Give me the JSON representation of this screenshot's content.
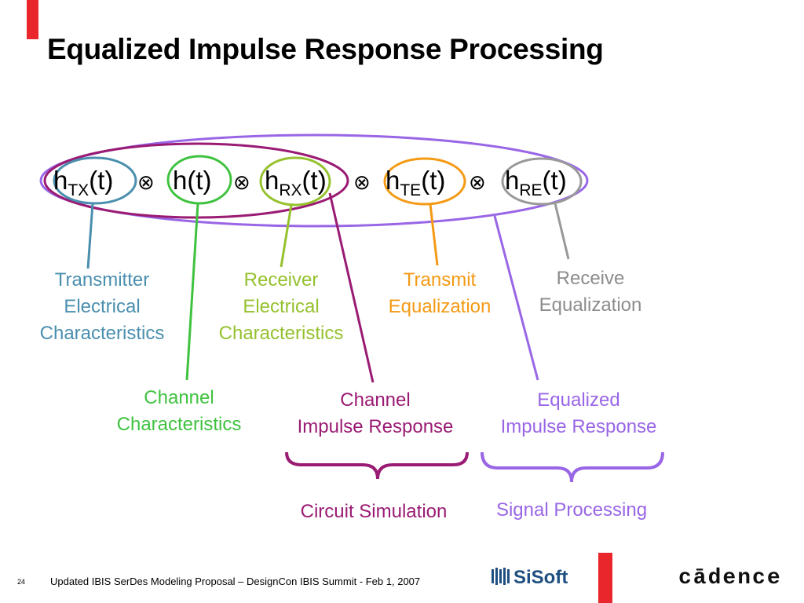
{
  "slide": {
    "title": "Equalized Impulse Response Processing",
    "accent_color": "#e8262c"
  },
  "equation": {
    "operator": "⊗",
    "terms": [
      {
        "base": "h",
        "sub": "TX",
        "arg": "(t)"
      },
      {
        "base": "h(t)",
        "sub": "",
        "arg": ""
      },
      {
        "base": "h",
        "sub": "RX",
        "arg": "(t)"
      },
      {
        "base": "h",
        "sub": "TE",
        "arg": "(t)"
      },
      {
        "base": "h",
        "sub": "RE",
        "arg": "(t)"
      }
    ]
  },
  "labels": {
    "transmitter": {
      "lines": [
        "Transmitter",
        "Electrical",
        "Characteristics"
      ],
      "color": "#4a8fae"
    },
    "channel": {
      "lines": [
        "Channel",
        "Characteristics"
      ],
      "color": "#3fc23f"
    },
    "receiver": {
      "lines": [
        "Receiver",
        "Electrical",
        "Characteristics"
      ],
      "color": "#95c12e"
    },
    "transmit_eq": {
      "lines": [
        "Transmit",
        "Equalization"
      ],
      "color": "#f49a14"
    },
    "receive_eq": {
      "lines": [
        "Receive",
        "Equalization"
      ],
      "color": "#8c8c8c"
    },
    "channel_impulse": {
      "lines": [
        "Channel",
        "Impulse Response"
      ],
      "color": "#9a1b73"
    },
    "equalized_impulse": {
      "lines": [
        "Equalized",
        "Impulse Response"
      ],
      "color": "#9966e6"
    }
  },
  "groups": {
    "circuit_simulation": {
      "label": "Circuit Simulation",
      "color": "#9a1b73"
    },
    "signal_processing": {
      "label": "Signal Processing",
      "color": "#9966e6"
    }
  },
  "footer": {
    "page_number": "24",
    "text": "Updated IBIS SerDes Modeling Proposal – DesignCon IBIS Summit - Feb 1, 2007"
  },
  "logos": {
    "sisoft": "SiSoft",
    "cadence": "cādence"
  }
}
